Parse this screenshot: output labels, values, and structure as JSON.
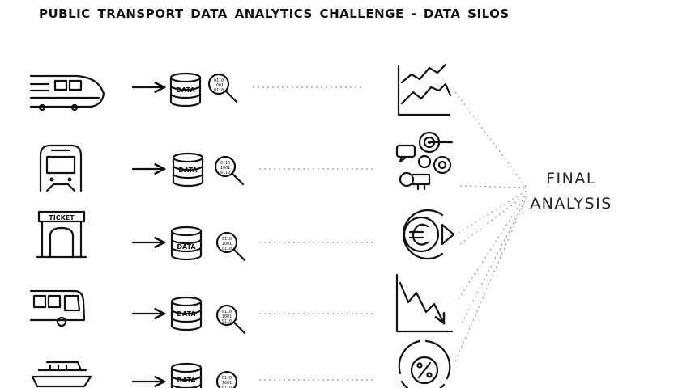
{
  "title": "PUBLIC TRANSPORT DATA ANALYTICS CHALLENGE - DATA SILOS",
  "database_label": "DATA",
  "ticket_label": "TICKET",
  "final_analysis": {
    "line1": "FINAL",
    "line2": "ANALYSIS"
  },
  "icons": {
    "sources": [
      "high-speed-train-icon",
      "metro-train-icon",
      "ticket-booth-icon",
      "bus-icon",
      "ferry-icon"
    ],
    "outputs": [
      "line-chart-icon",
      "target-gears-icon",
      "euro-coin-icon",
      "declining-chart-icon",
      "percent-pie-icon"
    ]
  },
  "colors": {
    "ink": "#111111",
    "dotted": "#9a9a9a",
    "background": "#ffffff"
  }
}
